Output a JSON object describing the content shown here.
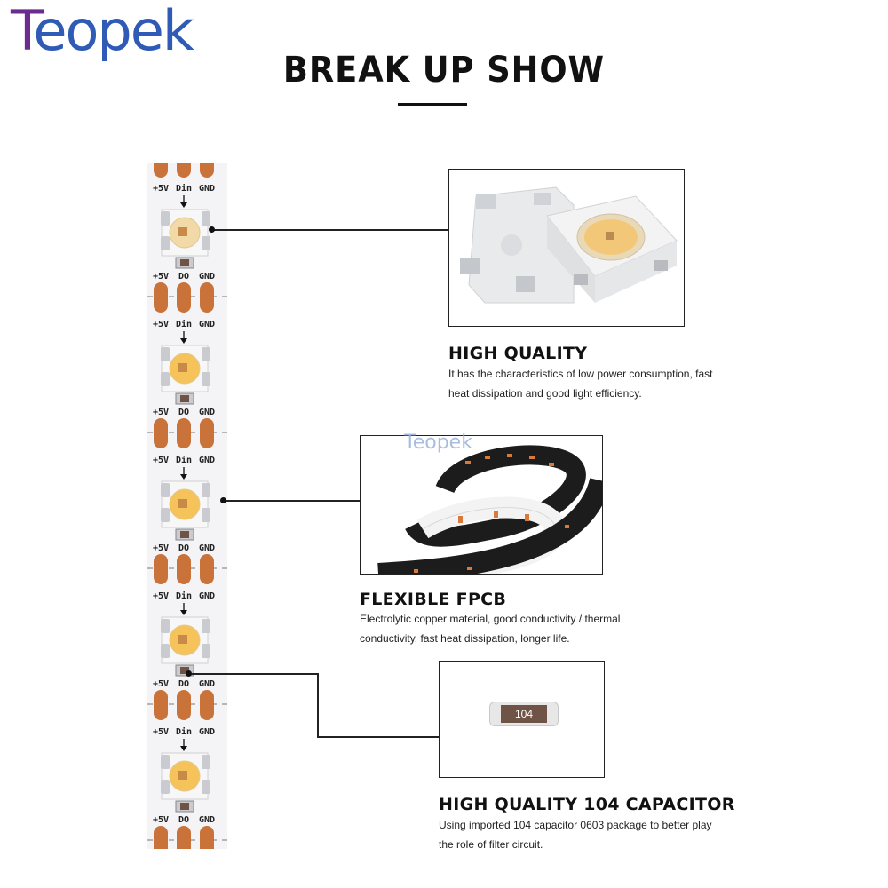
{
  "brand": {
    "logo_first": "T",
    "logo_rest": "eopek",
    "watermark": "Teopek"
  },
  "title": "BREAK UP SHOW",
  "strip": {
    "labels_top": [
      "+5V",
      "Din",
      "GND"
    ],
    "labels_bottom": [
      "+5V",
      "DO",
      "GND"
    ]
  },
  "features": [
    {
      "heading": "HIGH QUALITY",
      "desc_lines": [
        "It has the characteristics of low power consumption, fast",
        "heat dissipation and good light efficiency."
      ]
    },
    {
      "heading": "FLEXIBLE FPCB",
      "desc_lines": [
        "Electrolytic copper material, good conductivity / thermal",
        "conductivity, fast heat dissipation, longer life."
      ]
    },
    {
      "heading": "HIGH QUALITY 104 CAPACITOR",
      "desc_lines": [
        "Using imported 104 capacitor 0603 package to better play",
        "the role of filter circuit."
      ]
    }
  ],
  "capacitor_label": "104",
  "colors": {
    "copper": "#c9733a",
    "strip": "#f4f4f6",
    "led_yellow": "#f6c35a",
    "led_warm": "#f2d9a8"
  }
}
